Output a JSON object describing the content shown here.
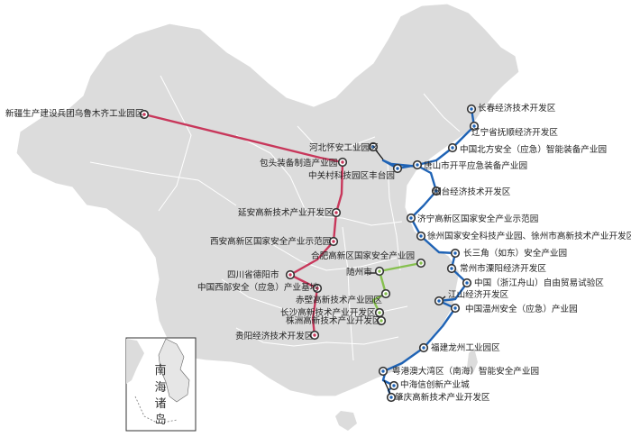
{
  "map": {
    "colors": {
      "land": "#dcdcdc",
      "land_border": "#ffffff",
      "red_route": "#c8375b",
      "blue_route": "#1f63b5",
      "green_route": "#86c04f",
      "station_ring": "#333333"
    },
    "routes": [
      {
        "color_key": "red_route",
        "label": "red-route"
      },
      {
        "color_key": "blue_route",
        "label": "blue-route"
      },
      {
        "color_key": "green_route",
        "label": "green-route"
      }
    ],
    "stations": [
      {
        "label": "新疆生产建设兵团乌鲁木齐工业园区",
        "route": "red"
      },
      {
        "label": "河北怀安工业园区",
        "route": "blue"
      },
      {
        "label": "包头装备制造产业园",
        "route": "red"
      },
      {
        "label": "中关村科技园区丰台园",
        "route": "blue"
      },
      {
        "label": "延安高新技术产业开发区",
        "route": "red"
      },
      {
        "label": "西安高新区国家安全产业示范园",
        "route": "red"
      },
      {
        "label": "合肥高新区国家安全产业园",
        "route": "green"
      },
      {
        "label": "随州市",
        "route": "green"
      },
      {
        "label": "四川省德阳市",
        "route": "red"
      },
      {
        "label": "中国西部安全（应急）产业基地",
        "route": "red"
      },
      {
        "label": "赤壁高新技术产业园区",
        "route": "green"
      },
      {
        "label": "长沙高新技术产业开发区",
        "route": "green"
      },
      {
        "label": "株洲高新技术产业开发区",
        "route": "green"
      },
      {
        "label": "贵阳经济技术开发区",
        "route": "red"
      },
      {
        "label": "长春经济技术开发区",
        "route": "blue"
      },
      {
        "label": "辽宁省抚顺经济开发区",
        "route": "blue"
      },
      {
        "label": "中国北方安全（应急）智能装备产业园",
        "route": "blue"
      },
      {
        "label": "唐山市开平应急装备产业园",
        "route": "blue"
      },
      {
        "label": "烟台经济技术开发区",
        "route": "blue"
      },
      {
        "label": "济宁高新区国家安全产业示范园",
        "route": "blue"
      },
      {
        "label": "徐州国家安全科技产业园、徐州市高新技术产业开发区",
        "route": "blue"
      },
      {
        "label": "长三角（如东）安全产业园",
        "route": "blue"
      },
      {
        "label": "常州市溧阳经济开发区",
        "route": "blue"
      },
      {
        "label": "中国（浙江舟山）自由贸易试验区",
        "route": "blue"
      },
      {
        "label": "江山经济开发区",
        "route": "blue"
      },
      {
        "label": "中国温州安全（应急）产业园",
        "route": "blue"
      },
      {
        "label": "福建龙州工业园区",
        "route": "blue"
      },
      {
        "label": "粤港澳大湾区（南海）智能安全产业园",
        "route": "blue"
      },
      {
        "label": "中海信创新产业城",
        "route": "blue"
      },
      {
        "label": "肇庆高新技术产业开发区",
        "route": "blue"
      }
    ],
    "inset": {
      "title_chars": [
        "南",
        "海",
        "诸",
        "岛"
      ]
    }
  }
}
